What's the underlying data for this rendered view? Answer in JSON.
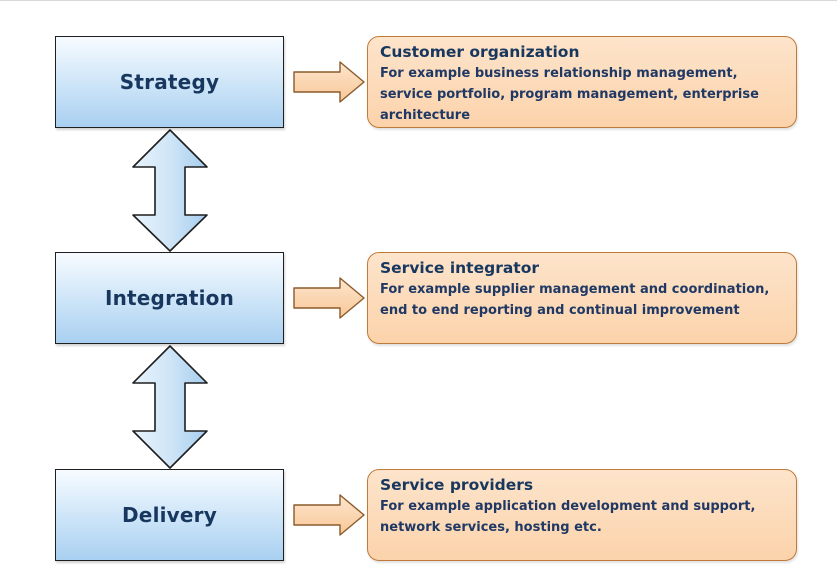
{
  "layers": {
    "strategy": "Strategy",
    "integration": "Integration",
    "delivery": "Delivery"
  },
  "callouts": {
    "customer": {
      "title": "Customer organization",
      "desc": "For example business relationship management, service portfolio, program management, enterprise architecture"
    },
    "integrator": {
      "title": "Service integrator",
      "desc": "For example supplier management and coordination, end to end reporting and continual improvement"
    },
    "providers": {
      "title": "Service providers",
      "desc": "For example application development and support, network services, hosting etc."
    }
  },
  "colors": {
    "box_gradient_top": "#f7fbff",
    "box_gradient_bottom": "#a9d0f1",
    "box_text": "#17375e",
    "callout_fill": "#fbd3ab",
    "callout_border": "#c07a3a",
    "arrow_fill_blue": "#cfe5f7",
    "arrow_fill_orange": "#fbd3ab"
  },
  "icons": {
    "layer_connector": "double-headed-vertical-arrow",
    "callout_pointer": "right-arrow"
  }
}
